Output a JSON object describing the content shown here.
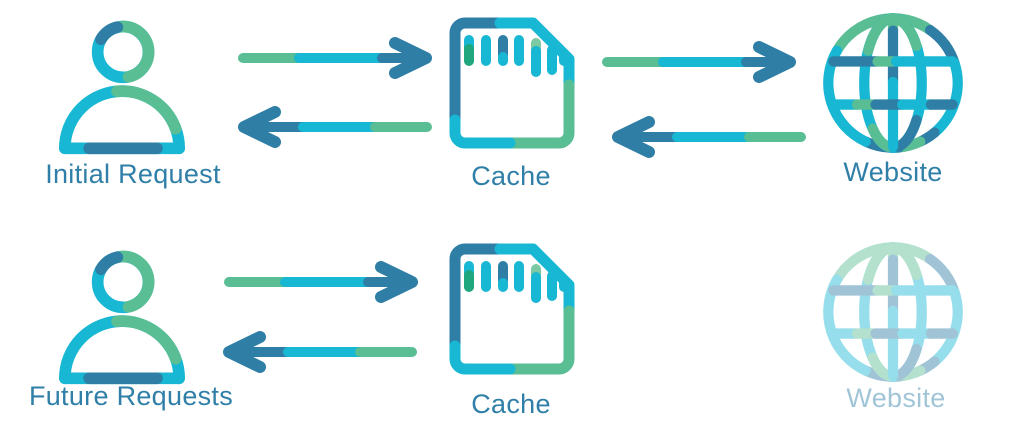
{
  "labels": {
    "row1": {
      "actor": "Initial Request",
      "cache": "Cache",
      "website": "Website"
    },
    "row2": {
      "actor": "Future Requests",
      "cache": "Cache",
      "website": "Website"
    }
  },
  "icons": {
    "actor": "person-icon",
    "cache": "sd-card-icon",
    "website": "globe-icon",
    "request": "arrow-right-icon",
    "response": "arrow-left-icon"
  },
  "colors": {
    "cyan": "#18B7D3",
    "green": "#5ABE94",
    "darkblue": "#2E7EA6",
    "darkgreen": "#21A77D",
    "lightgreen": "#7CC9A4",
    "text": "#2F7FA8"
  }
}
